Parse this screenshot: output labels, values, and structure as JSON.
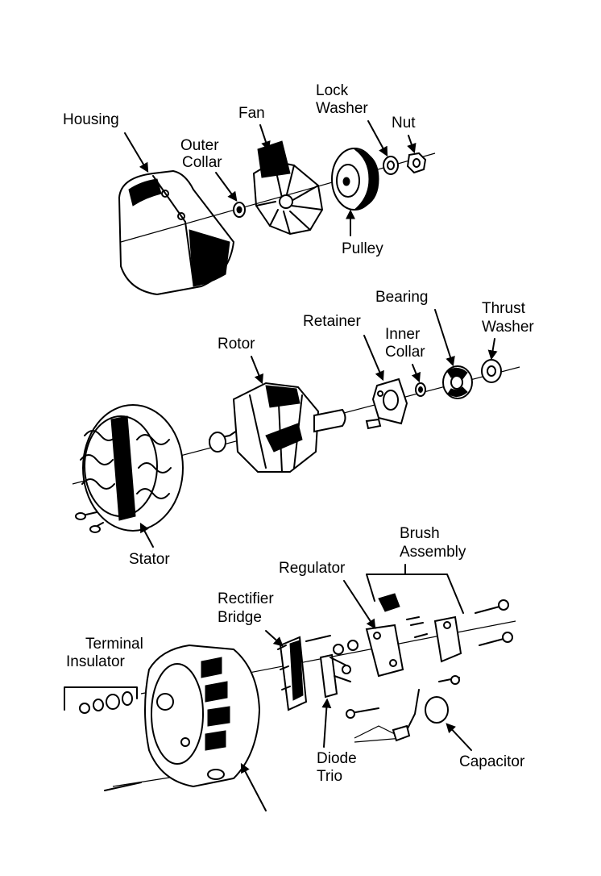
{
  "labels": {
    "housing": "Housing",
    "fan": "Fan",
    "lock_washer_1": "Lock",
    "lock_washer_2": "Washer",
    "nut": "Nut",
    "outer_collar_1": "Outer",
    "outer_collar_2": "Collar",
    "pulley": "Pulley",
    "bearing": "Bearing",
    "thrust_washer_1": "Thrust",
    "thrust_washer_2": "Washer",
    "retainer": "Retainer",
    "inner_collar_1": "Inner",
    "inner_collar_2": "Collar",
    "rotor": "Rotor",
    "stator": "Stator",
    "brush_assembly_1": "Brush",
    "brush_assembly_2": "Assembly",
    "regulator": "Regulator",
    "rectifier_bridge_1": "Rectifier",
    "rectifier_bridge_2": "Bridge",
    "terminal_insulator_1": "Terminal",
    "terminal_insulator_2": "Insulator",
    "diode_trio_1": "Diode",
    "diode_trio_2": "Trio",
    "capacitor": "Capacitor"
  }
}
